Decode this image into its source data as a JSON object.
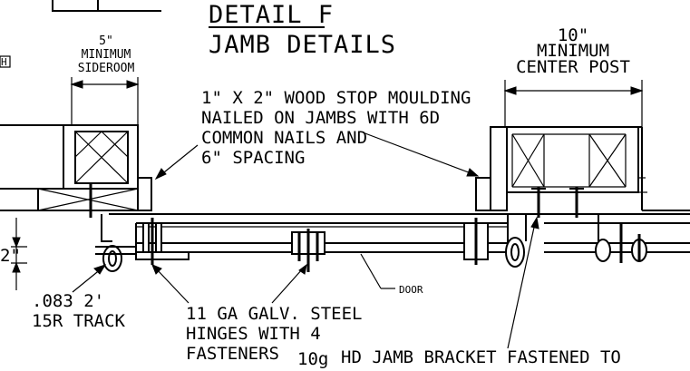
{
  "title": {
    "line1": "DETAIL F",
    "line2": "JAMB DETAILS"
  },
  "dimensions": {
    "sideroom_value": "5\"",
    "sideroom_line1": "MINIMUM",
    "sideroom_line2": "SIDEROOM",
    "center_post_value": "10\"",
    "center_post_line1": "MINIMUM",
    "center_post_line2": "CENTER POST",
    "height_value": "2\""
  },
  "notes": {
    "stop_moulding": [
      "1\" X 2\" WOOD STOP MOULDING",
      "NAILED ON JAMBS WITH 6D",
      "COMMON NAILS AND",
      "6\" SPACING"
    ],
    "track": [
      ".083 2'",
      "15R TRACK"
    ],
    "hinges": [
      "11 GA GALV. STEEL",
      "HINGES WITH 4",
      "FASTENERS"
    ],
    "bracket_prefix": "10g",
    "bracket_text": "HD JAMB BRACKET FASTENED TO",
    "door_label": "DOOR",
    "edge_mark": "H"
  }
}
